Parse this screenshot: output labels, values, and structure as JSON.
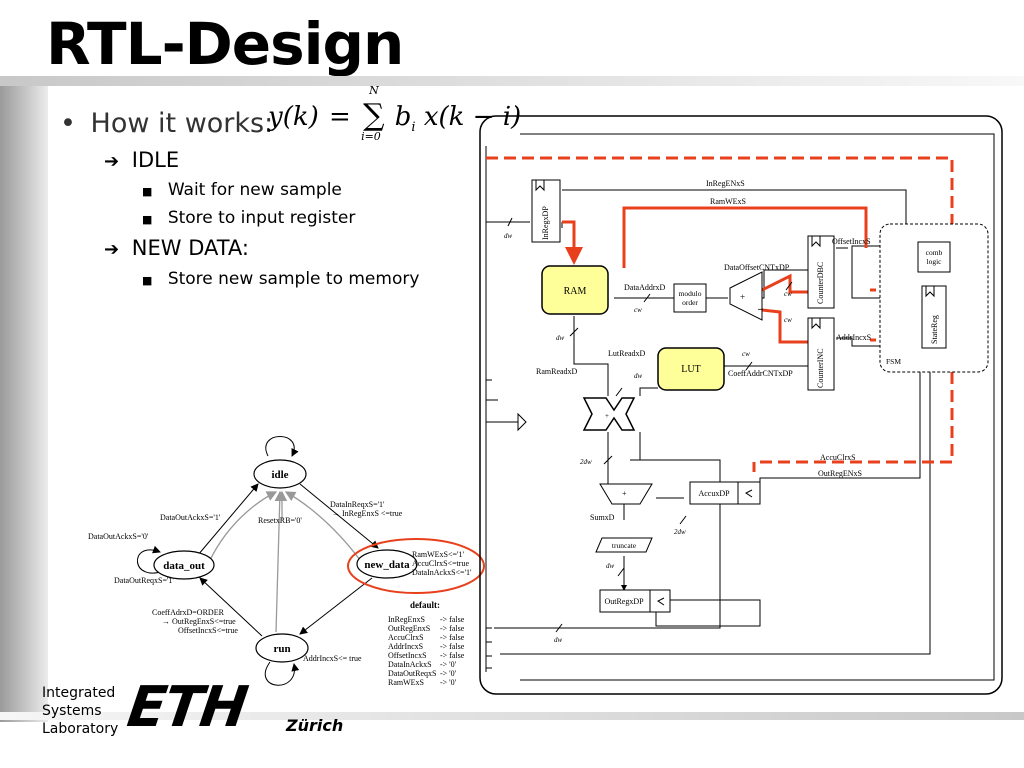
{
  "slide": {
    "title": "RTL-Design",
    "bullets": [
      {
        "text": "How it works:"
      },
      {
        "text": "IDLE"
      },
      {
        "text": "Wait for new sample"
      },
      {
        "text": "Store to input register"
      },
      {
        "text": "NEW DATA:"
      },
      {
        "text": "Store new sample to memory"
      }
    ],
    "equation": {
      "lhs": "y(k)",
      "eq": "=",
      "sum_upper": "N",
      "sum_lower": "i=0",
      "rhs": "b",
      "rhs_sub": "i",
      "rhs_tail": "x(k − i)"
    }
  },
  "colors": {
    "accent_red": "#e8401c",
    "node_yellow": "#ffff99",
    "title_bar": "#c8c8c8",
    "text": "#000000"
  },
  "fsm": {
    "states": {
      "idle": "idle",
      "data_out": "data_out",
      "new_data": "new_data",
      "run": "run"
    },
    "labels": {
      "reset": "ResetxRB='0'",
      "dataout_ack": "DataOutAckxS='1'",
      "datain_req": "DataInReqxS='1'",
      "inreg_en": "→ InRegEnxS <=true",
      "dataout_ack0": "DataOutAckxS='0'",
      "dataout_req": "DataOutReqxS='1'",
      "ramwe": "RamWExS<='1'",
      "accuclr": "AccuClrxS<=true",
      "datain_ack": "DataInAckxS<='1'",
      "coeff_order": "CoeffAdrxD=ORDER",
      "outreg_en": "→ OutRegEnxS<=true",
      "offset_inc": "OffsetIncxS<=true",
      "addr_inc": "AddrIncxS<= true"
    },
    "default_title": "default:",
    "defaults": [
      {
        "name": "InRegEnxS",
        "val": "-> false"
      },
      {
        "name": "OutRegEnxS",
        "val": "-> false"
      },
      {
        "name": "AccuClrxS",
        "val": "-> false"
      },
      {
        "name": "AddrIncxS",
        "val": "-> false"
      },
      {
        "name": "OffsetIncxS",
        "val": "-> false"
      },
      {
        "name": "DataInAckxS",
        "val": "-> '0'"
      },
      {
        "name": "DataOutReqxS",
        "val": "-> '0'"
      },
      {
        "name": "RamWExS",
        "val": "-> '0'"
      }
    ]
  },
  "datapath": {
    "inreg": "InRegxDP",
    "ram": "RAM",
    "lut": "LUT",
    "modulo1": "modulo",
    "modulo2": "order",
    "plus": "+",
    "minus": "–",
    "counter_dbc": "CounterDBC",
    "counter_inc": "CounterINC",
    "comb1": "comb",
    "comb2": "logic",
    "statereg": "StateReg",
    "fsm": "FSM",
    "accu": "AccuxDP",
    "outreg": "OutRegxDP",
    "truncate": "truncate",
    "signals": {
      "inregen": "InRegENxS",
      "ramwe": "RamWExS",
      "offsetinc": "OffsetIncxS",
      "dataoffset": "DataOffsetCNTxDP",
      "dataaddr": "DataAddrxD",
      "addrinc": "AddrIncxS",
      "lutread": "LutReadxD",
      "ramread": "RamReadxD",
      "coeffaddr": "CoeffAddrCNTxDP",
      "accuclr": "AccuClrxS",
      "outregen": "OutRegENxS",
      "sum": "SumxD",
      "mul": "×",
      "dw": "dw",
      "cw": "cw",
      "dw2": "2dw"
    }
  },
  "logo": {
    "line1": "Integrated",
    "line2": "Systems",
    "line3": "Laboratory",
    "eth": "ETH",
    "zurich": "Zürich"
  }
}
